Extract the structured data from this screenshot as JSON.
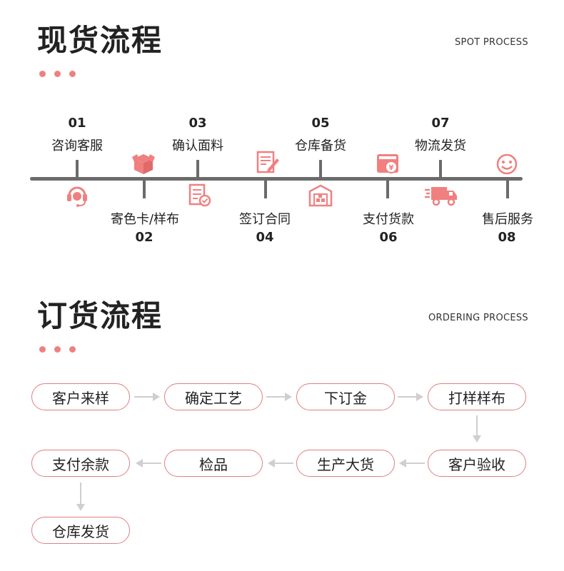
{
  "colors": {
    "accent": "#f08080",
    "line": "#6b6b6b",
    "arrow": "#cfcfcf"
  },
  "spot": {
    "title": "现货流程",
    "subtitle": "SPOT PROCESS",
    "steps": [
      {
        "num": "01",
        "label": "咨询客服",
        "icon": "headset-icon"
      },
      {
        "num": "02",
        "label": "寄色卡/样布",
        "icon": "package-icon"
      },
      {
        "num": "03",
        "label": "确认面料",
        "icon": "document-check-icon"
      },
      {
        "num": "04",
        "label": "签订合同",
        "icon": "contract-icon"
      },
      {
        "num": "05",
        "label": "仓库备货",
        "icon": "warehouse-icon"
      },
      {
        "num": "06",
        "label": "支付货款",
        "icon": "payment-icon"
      },
      {
        "num": "07",
        "label": "物流发货",
        "icon": "truck-icon"
      },
      {
        "num": "08",
        "label": "售后服务",
        "icon": "smiley-icon"
      }
    ]
  },
  "ordering": {
    "title": "订货流程",
    "subtitle": "ORDERING PROCESS",
    "steps": [
      "客户来样",
      "确定工艺",
      "下订金",
      "打样样布",
      "客户验收",
      "生产大货",
      "检品",
      "支付余款",
      "仓库发货"
    ]
  }
}
